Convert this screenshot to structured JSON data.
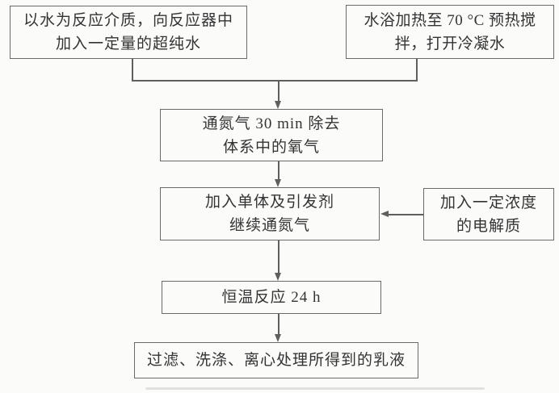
{
  "flowchart": {
    "steps": {
      "add_water": {
        "line1": "以水为反应介质，向反应器中",
        "line2": "加入一定量的超纯水"
      },
      "preheat": {
        "line1": "水浴加热至 70 °C 预热搅",
        "line2": "拌，打开冷凝水"
      },
      "purge_nitrogen": {
        "line1": "通氮气 30 min 除去",
        "line2": "体系中的氧气"
      },
      "add_monomer": {
        "line1": "加入单体及引发剂",
        "line2": "继续通氮气"
      },
      "add_electrolyte": {
        "line1": "加入一定浓度",
        "line2": "的电解质"
      },
      "isothermal_reaction": {
        "line1": "恒温反应 24 h"
      },
      "post_treatment": {
        "line1": "过滤、洗涤、离心处理所得到的乳液"
      }
    },
    "colors": {
      "box_border": "#6a6a6a",
      "text": "#333333",
      "connector": "#5f5f5f",
      "background": "#fbfbfa"
    }
  }
}
